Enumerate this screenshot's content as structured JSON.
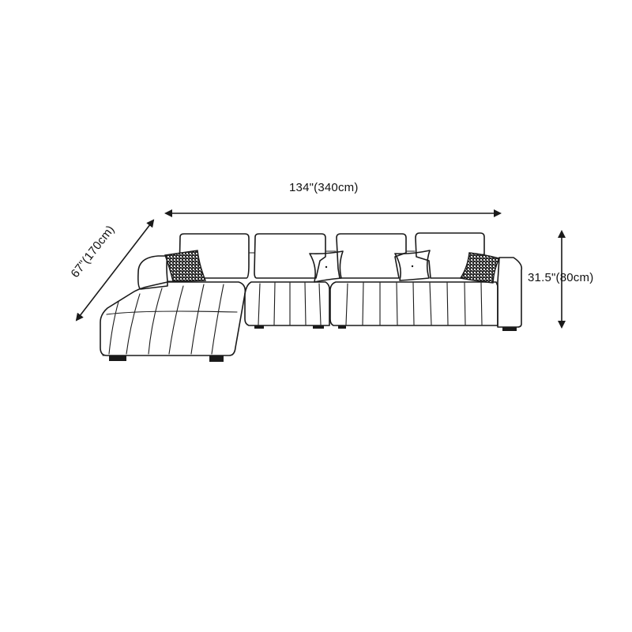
{
  "dimensions": {
    "width_label": "134\"(340cm)",
    "depth_label": "67\"(170cm)",
    "height_label": "31.5\"(80cm)"
  },
  "colors": {
    "line": "#1a1a1a",
    "background": "#ffffff",
    "pillow_dark": "#2a2a2a"
  }
}
